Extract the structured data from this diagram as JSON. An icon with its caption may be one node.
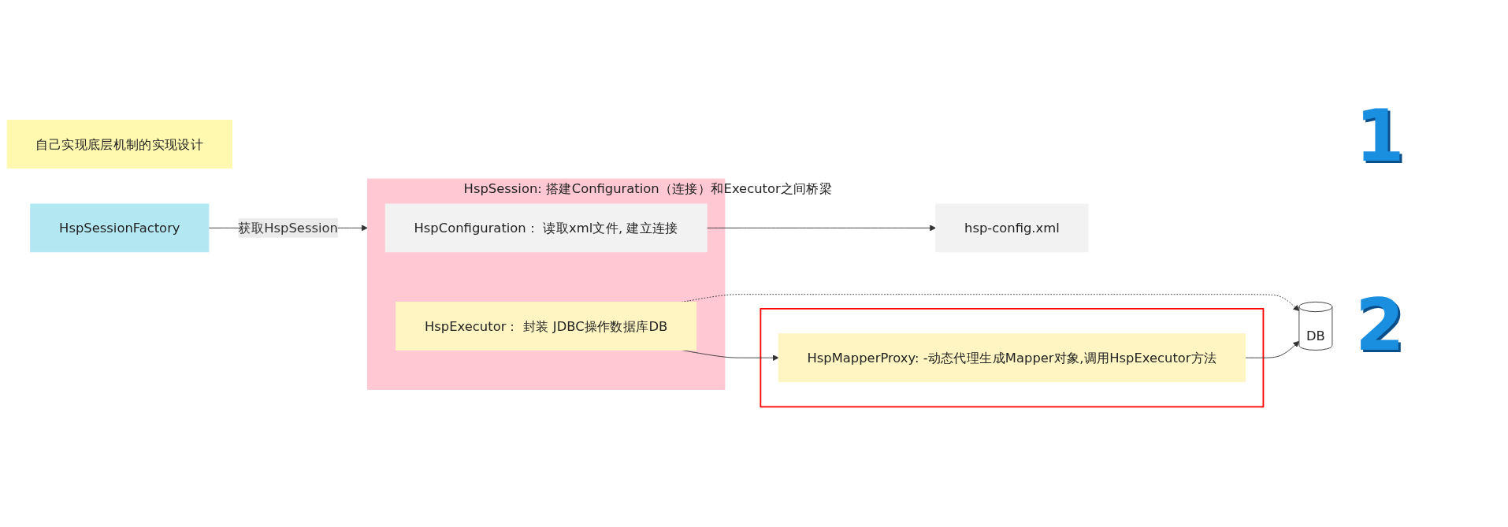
{
  "diagram": {
    "nodes": [
      {
        "text": [
          "自己实现底层机制的实现设计"
        ]
      },
      {
        "text": [
          "HspSessionFactory"
        ]
      },
      {
        "text": [
          "HspSession: 搭建Configuration（连接）和Executor之间桥梁"
        ]
      },
      {
        "text": [
          "HspConfiguration： 读取xml文件, 建立连接"
        ],
        "in": 2
      },
      {
        "text": [
          "HspExecutor： 封装 JDBC操作数据库DB"
        ],
        "in": 2
      },
      {
        "text": [
          "DB"
        ]
      },
      {
        "text": [
          "hsp-config.xml"
        ]
      },
      {
        "text": [],
        "shape": "box"
      },
      {
        "text": [
          "HspMapperProxy: -动态代理生成Mapper对象,调用HspExecutor方法"
        ],
        "in": 7
      }
    ],
    "edges": [
      {
        "from": 1,
        "to": 2,
        "arrow": "to",
        "label": "获取HspSession"
      },
      {
        "from": 4,
        "to": 5,
        "arrow": "to",
        "style": "dashed"
      },
      {
        "from": 3,
        "to": 6,
        "arrow": "to"
      },
      {
        "from": 4,
        "to": 8,
        "arrow": "to"
      },
      {
        "from": 8,
        "to": 5,
        "arrow": "to"
      }
    ],
    "labels": [
      "1",
      "2"
    ]
  }
}
